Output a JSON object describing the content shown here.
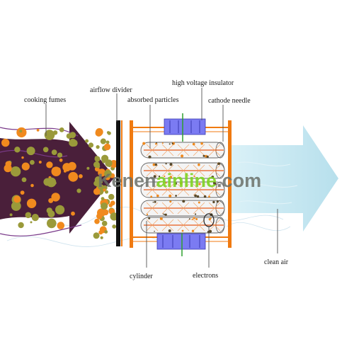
{
  "labels": {
    "cooking_fumes": "cooking fumes",
    "airflow_divider": "airflow divider",
    "absorbed_particles": "absorbed particles",
    "high_voltage_insulator": "high voltage insulator",
    "cathode_needle": "cathode needle",
    "cylinder": "cylinder",
    "electrons": "electrons",
    "clean_air": "clean air"
  },
  "watermark": {
    "part1": "Kenen",
    "part2": "ainline",
    "part3": ".com"
  },
  "colors": {
    "fumes_arrow": "#4a1f3a",
    "particle_olive": "#9a9a3a",
    "particle_orange": "#f08a1e",
    "clean_air_arrow": "#b9e4f0",
    "frame_orange": "#f07a10",
    "insulator_blue": "#6c6cf0",
    "divider": "#111111",
    "leader_line": "#555555",
    "watermark_gray": "#6b7068",
    "watermark_green": "#7ed321"
  }
}
